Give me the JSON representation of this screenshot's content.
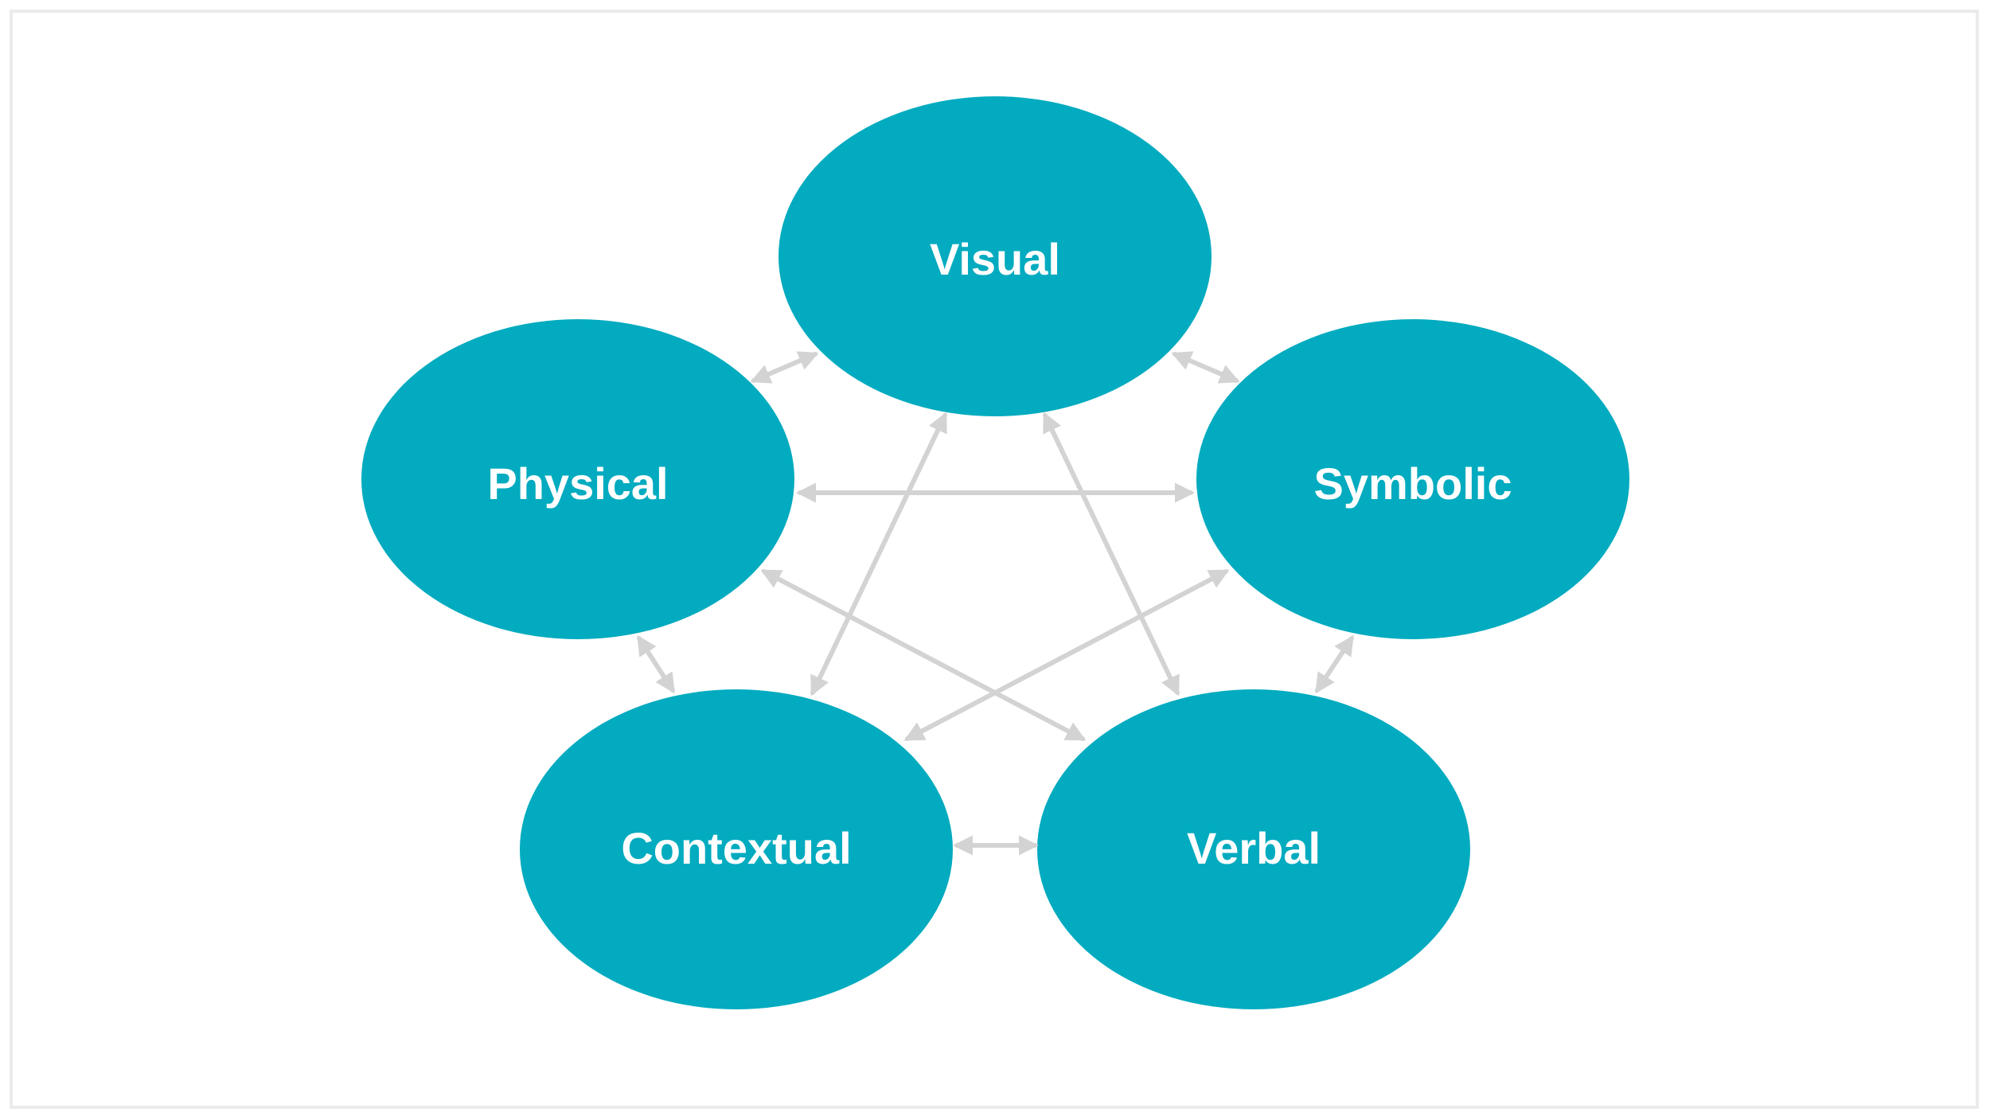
{
  "diagram": {
    "nodes": {
      "visual": "Visual",
      "physical": "Physical",
      "symbolic": "Symbolic",
      "contextual": "Contextual",
      "verbal": "Verbal"
    },
    "colors": {
      "node_fill": "#02abbf",
      "arrow": "#d3d3d3",
      "label": "#ffffff",
      "frame_border": "#ebebeb"
    },
    "connections": [
      [
        "physical",
        "visual"
      ],
      [
        "visual",
        "symbolic"
      ],
      [
        "physical",
        "symbolic"
      ],
      [
        "physical",
        "contextual"
      ],
      [
        "symbolic",
        "verbal"
      ],
      [
        "contextual",
        "verbal"
      ],
      [
        "visual",
        "contextual"
      ],
      [
        "visual",
        "verbal"
      ],
      [
        "physical",
        "verbal"
      ],
      [
        "symbolic",
        "contextual"
      ]
    ]
  }
}
